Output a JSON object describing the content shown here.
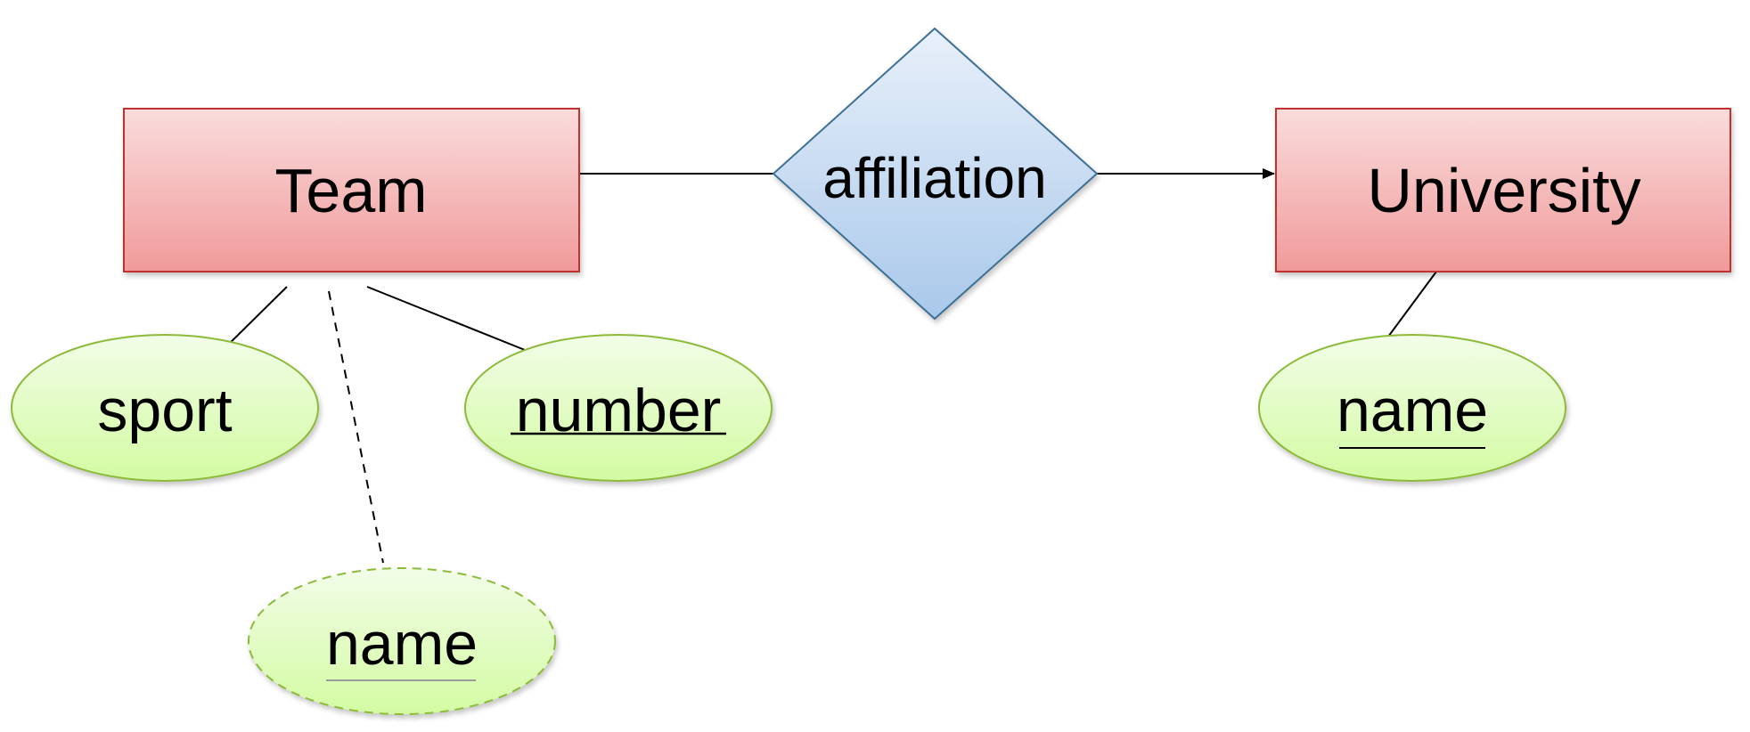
{
  "entities": {
    "team": {
      "label": "Team"
    },
    "university": {
      "label": "University"
    }
  },
  "relationship": {
    "label": "affiliation"
  },
  "attributes": {
    "sport": {
      "label": "sport",
      "key": false,
      "derived": false
    },
    "number": {
      "label": "number",
      "key": true,
      "derived": false
    },
    "team_name": {
      "label": "name",
      "key": true,
      "derived": true
    },
    "university_name": {
      "label": "name",
      "key": true,
      "derived": false
    }
  },
  "colors": {
    "entity_fill_top": "#fadcdc",
    "entity_fill_bottom": "#f09a9a",
    "entity_stroke": "#c0302f",
    "relationship_fill_top": "#e8f0fa",
    "relationship_fill_bottom": "#a9c8ea",
    "relationship_stroke": "#3e6f95",
    "attribute_fill_top": "#f2fde8",
    "attribute_fill_bottom": "#d3fba2",
    "attribute_stroke": "#8cbb3a",
    "derived_text": "#9a9a9a",
    "line": "#000000"
  }
}
